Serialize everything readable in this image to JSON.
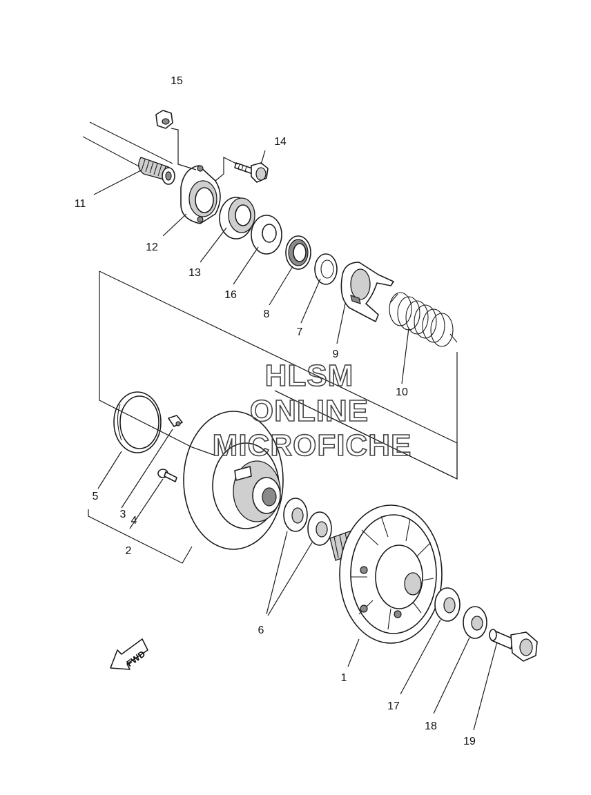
{
  "callouts": [
    "1",
    "2",
    "3",
    "4",
    "5",
    "6",
    "7",
    "8",
    "9",
    "10",
    "11",
    "12",
    "13",
    "14",
    "15",
    "16",
    "17",
    "18",
    "19"
  ],
  "watermark": [
    "HLSM",
    "ONLINE",
    "MICROFICHE"
  ],
  "direction_label": "FWD"
}
